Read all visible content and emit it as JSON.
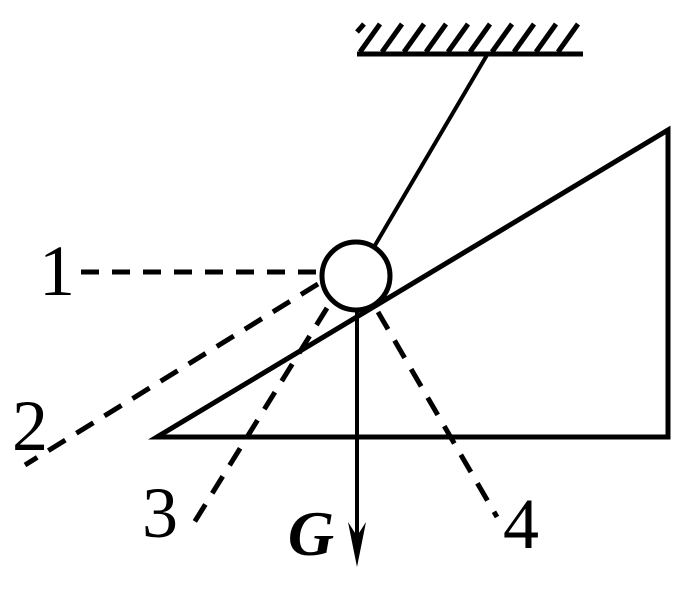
{
  "figure": {
    "background_color": "#ffffff",
    "ink_color": "#000000",
    "option_labels": {
      "line1": "1",
      "line2": "2",
      "line3": "3",
      "line4": "4"
    },
    "gravity_label": "G"
  }
}
